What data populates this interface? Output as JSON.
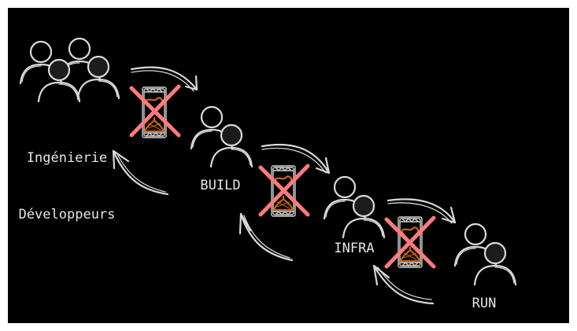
{
  "diagram": {
    "title": "",
    "background": "#000000",
    "colors": {
      "stroke": "#d9d9d9",
      "cross": "#ff7b7b",
      "sand": "#c2650f"
    },
    "groups": [
      {
        "id": "dev",
        "label_line1": "Ingénierie",
        "label_line2": "Développeurs",
        "people": 4
      },
      {
        "id": "build",
        "label": "BUILD",
        "people": 2
      },
      {
        "id": "infra",
        "label": "INFRA",
        "people": 2
      },
      {
        "id": "run",
        "label": "RUN",
        "people": 2
      }
    ],
    "waits": [
      {
        "between": [
          "dev",
          "build"
        ],
        "icon": "hourglass-icon",
        "crossed": true
      },
      {
        "between": [
          "build",
          "infra"
        ],
        "icon": "hourglass-icon",
        "crossed": true
      },
      {
        "between": [
          "infra",
          "run"
        ],
        "icon": "hourglass-icon",
        "crossed": true
      }
    ],
    "arrows": [
      {
        "from": "dev",
        "to": "build",
        "direction": "forward"
      },
      {
        "from": "build",
        "to": "dev",
        "direction": "feedback"
      },
      {
        "from": "build",
        "to": "infra",
        "direction": "forward"
      },
      {
        "from": "infra",
        "to": "build",
        "direction": "feedback"
      },
      {
        "from": "infra",
        "to": "run",
        "direction": "forward"
      },
      {
        "from": "run",
        "to": "infra",
        "direction": "feedback"
      }
    ]
  }
}
